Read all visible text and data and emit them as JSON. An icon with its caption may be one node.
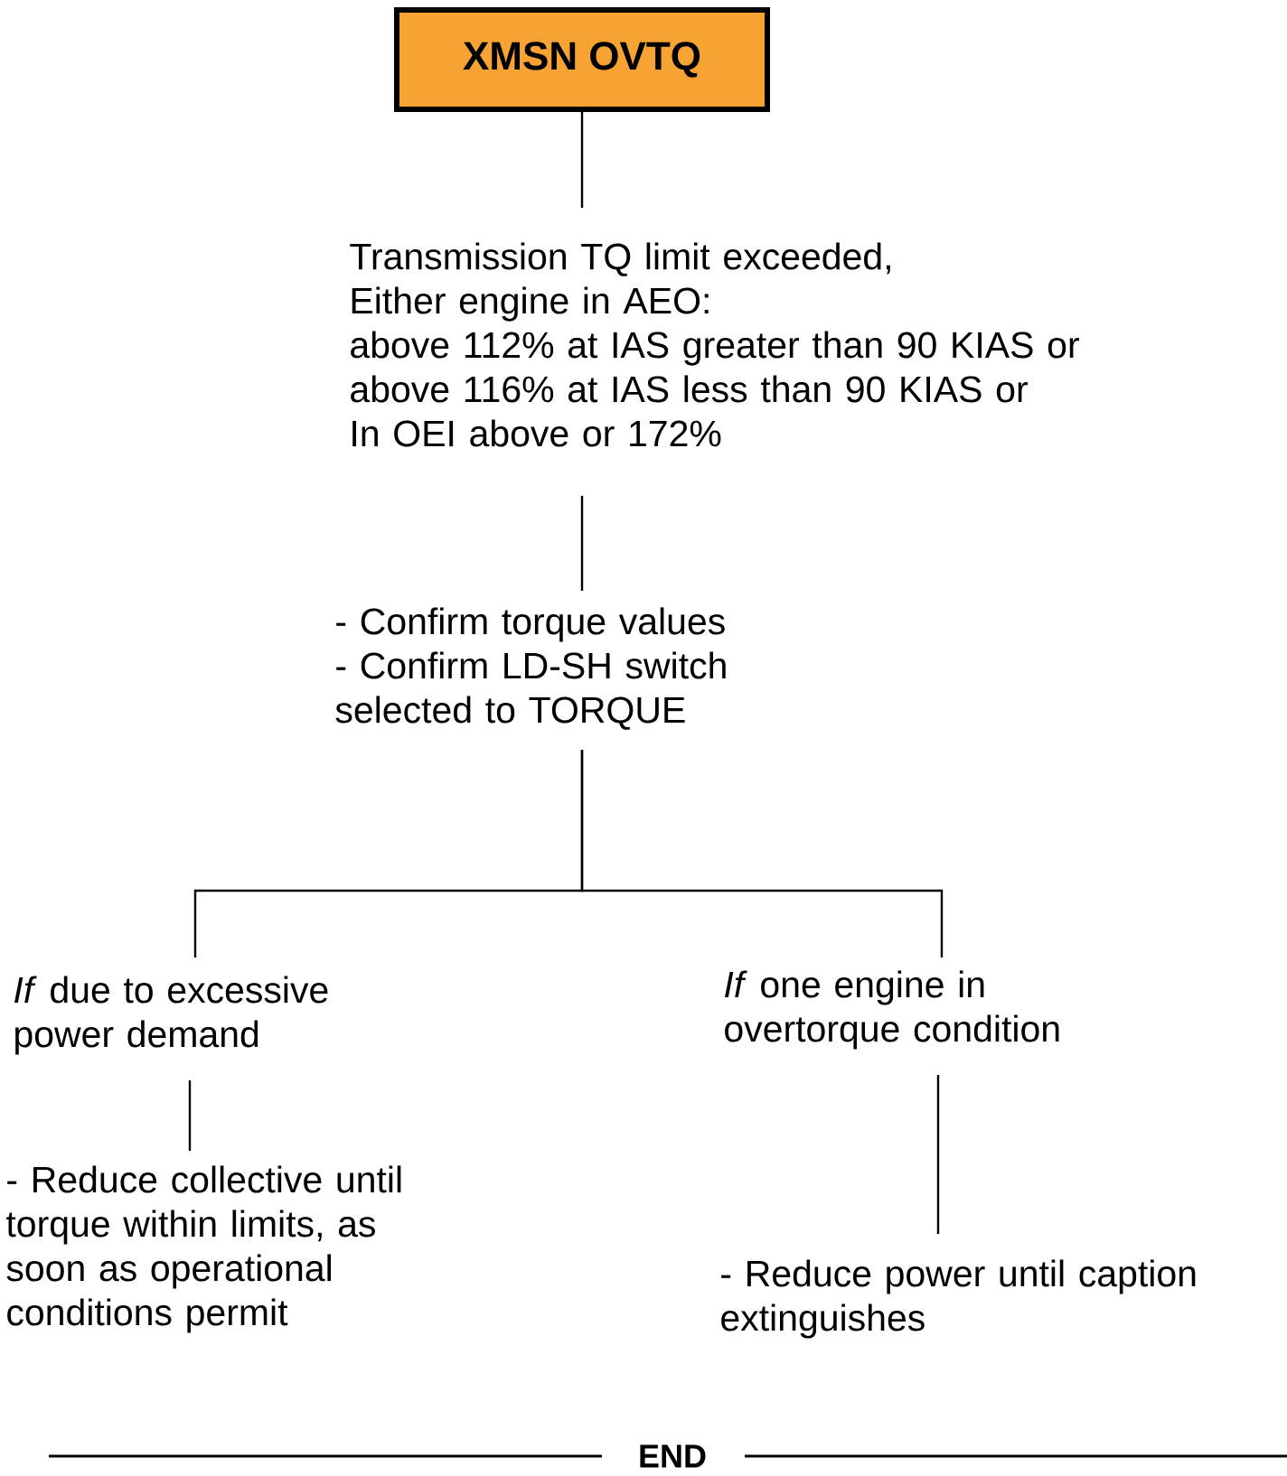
{
  "diagram": {
    "nodes": [
      {
        "text": [
          "XMSN OVTQ"
        ]
      },
      {
        "text": [
          "Transmission TQ limit exceeded,",
          "Either engine in AEO:",
          "above 112% at IAS greater than 90 KIAS or",
          "above 116% at IAS less than 90 KIAS or",
          "In  OEI above or 172%"
        ]
      },
      {
        "text": [
          "- Confirm torque values",
          "- Confirm LD-SH switch selected to TORQUE"
        ]
      },
      {
        "text": [
          "*If* due to excessive power demand"
        ]
      },
      {
        "text": [
          "*If*  one engine in overtorque condition"
        ]
      },
      {
        "text": [
          "- Reduce collective until torque within limits, as soon as operational conditions permit"
        ]
      },
      {
        "text": [
          "- Reduce power until caption extinguishes"
        ]
      }
    ],
    "edges": [
      {
        "from": 0,
        "to": 1,
        "arrow": "none"
      },
      {
        "from": 1,
        "to": 2,
        "arrow": "none"
      },
      {
        "from": 2,
        "to": 3,
        "arrow": "none"
      },
      {
        "from": 2,
        "to": 4,
        "arrow": "none"
      },
      {
        "from": 3,
        "to": 5,
        "arrow": "none"
      },
      {
        "from": 4,
        "to": 6,
        "arrow": "none"
      }
    ],
    "labels": [
      "END"
    ]
  }
}
